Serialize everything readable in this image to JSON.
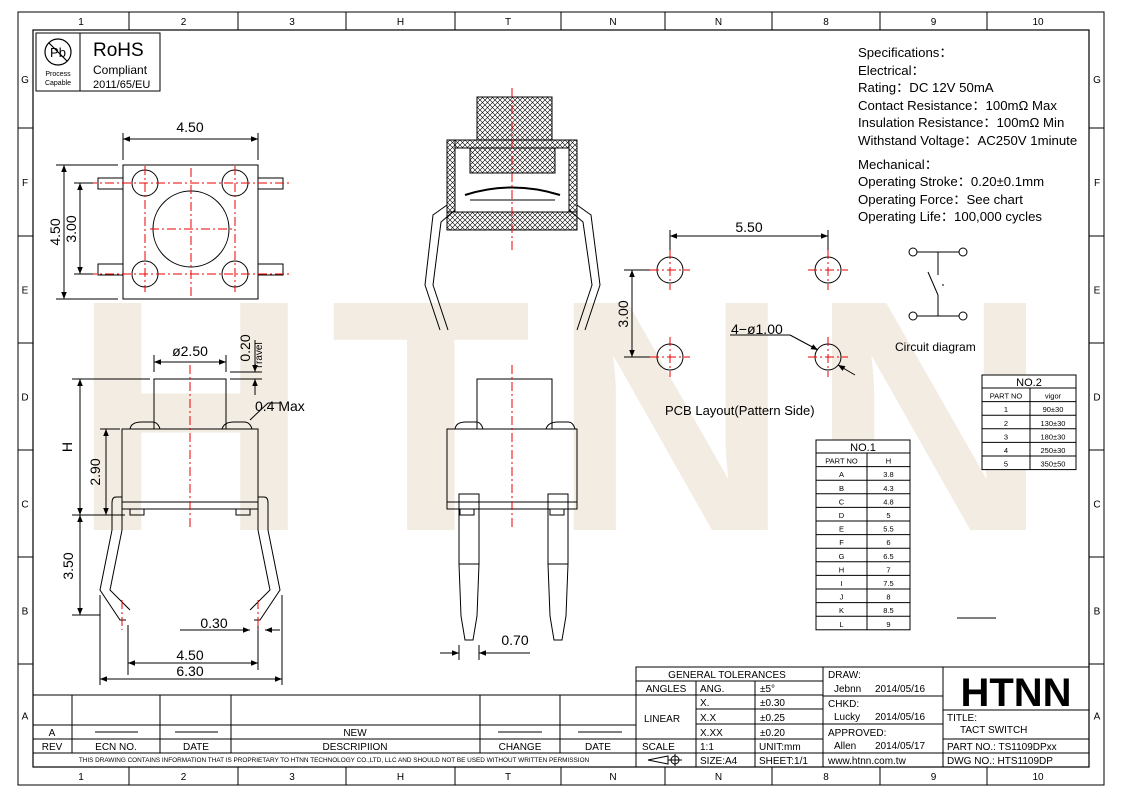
{
  "grid": {
    "cols": [
      "1",
      "2",
      "3",
      "H",
      "T",
      "N",
      "N",
      "8",
      "9",
      "10"
    ],
    "rows": [
      "G",
      "F",
      "E",
      "D",
      "C",
      "B",
      "A"
    ]
  },
  "rohs": {
    "big": "RoHS",
    "line1": "Compliant",
    "line2": "2011/65/EU",
    "pb": "Pb",
    "cap1": "Process",
    "cap2": "Capable"
  },
  "watermark": "HTNN",
  "specs": {
    "lines": [
      "Specifications：",
      "Electrical：",
      "Rating：DC 12V 50mA",
      "Contact Resistance：100mΩ Max",
      "Insulation Resistance：100mΩ Min",
      "Withstand Voltage：AC250V 1minute",
      "",
      "Mechanical：",
      "Operating Stroke：0.20±0.1mm",
      "Operating Force：See chart",
      "Operating Life：100,000 cycles"
    ]
  },
  "dims": {
    "top_w": "4.50",
    "top_h": "4.50",
    "top_inner": "3.00",
    "dia": "ø2.50",
    "travel": "0.20",
    "travel_label": "Travel",
    "max": "0.4 Max",
    "h": "H",
    "body": "2.90",
    "lead": "3.50",
    "pin_t": "0.30",
    "bot1": "4.50",
    "bot2": "6.30",
    "pin_w": "0.70",
    "pcb_w": "5.50",
    "pcb_h": "3.00",
    "holes": "4−ø1.00",
    "pcb_label": "PCB Layout(Pattern Side)",
    "circuit_label": "Circuit diagram"
  },
  "table1": {
    "title": "NO.1",
    "headers": [
      "PART NO",
      "H"
    ],
    "rows": [
      [
        "A",
        "3.8"
      ],
      [
        "B",
        "4.3"
      ],
      [
        "C",
        "4.8"
      ],
      [
        "D",
        "5"
      ],
      [
        "E",
        "5.5"
      ],
      [
        "F",
        "6"
      ],
      [
        "G",
        "6.5"
      ],
      [
        "H",
        "7"
      ],
      [
        "I",
        "7.5"
      ],
      [
        "J",
        "8"
      ],
      [
        "K",
        "8.5"
      ],
      [
        "L",
        "9"
      ]
    ]
  },
  "table2": {
    "title": "NO.2",
    "headers": [
      "PART NO",
      "vigor"
    ],
    "rows": [
      [
        "1",
        "90±30"
      ],
      [
        "2",
        "130±30"
      ],
      [
        "3",
        "180±30"
      ],
      [
        "4",
        "250±30"
      ],
      [
        "5",
        "350±50"
      ]
    ]
  },
  "title_block": {
    "gen_tol": "GENERAL TOLERANCES",
    "angles": "ANGLES",
    "ang": "ANG.",
    "ang_val": "±5°",
    "linear": "LINEAR",
    "x": "X.",
    "x_val": "±0.30",
    "xx": "X.X",
    "xx_val": "±0.25",
    "xxx": "X.XX",
    "xxx_val": "±0.20",
    "scale": "SCALE",
    "scale_val": "1:1",
    "unit": "UNIT:mm",
    "size": "SIZE:A4",
    "sheet": "SHEET:1/1",
    "draw": "DRAW:",
    "draw_name": "Jebnn",
    "draw_date": "2014/05/16",
    "chkd": "CHKD:",
    "chkd_name": "Lucky",
    "chkd_date": "2014/05/16",
    "approved": "APPROVED:",
    "appr_name": "Allen",
    "appr_date": "2014/05/17",
    "website": "www.htnn.com.tw",
    "logo": "HTNN",
    "title_label": "TITLE:",
    "title_val": "TACT SWITCH",
    "part_no": "PART NO.: TS1109DPxx",
    "dwg_no": "DWG NO.: HTS1109DP"
  },
  "revision": {
    "row_a": "A",
    "headers": [
      "REV",
      "ECN NO.",
      "DATE",
      "DESCRIPIION",
      "CHANGE",
      "DATE"
    ],
    "new": "NEW",
    "notice": "THIS DRAWING CONTAINS INFORMATION THAT IS PROPRIETARY TO HTNN TECHNOLOGY CO.,LTD, LLC AND SHOULD NOT BE USED WITHOUT WRITTEN PERMISSION"
  }
}
